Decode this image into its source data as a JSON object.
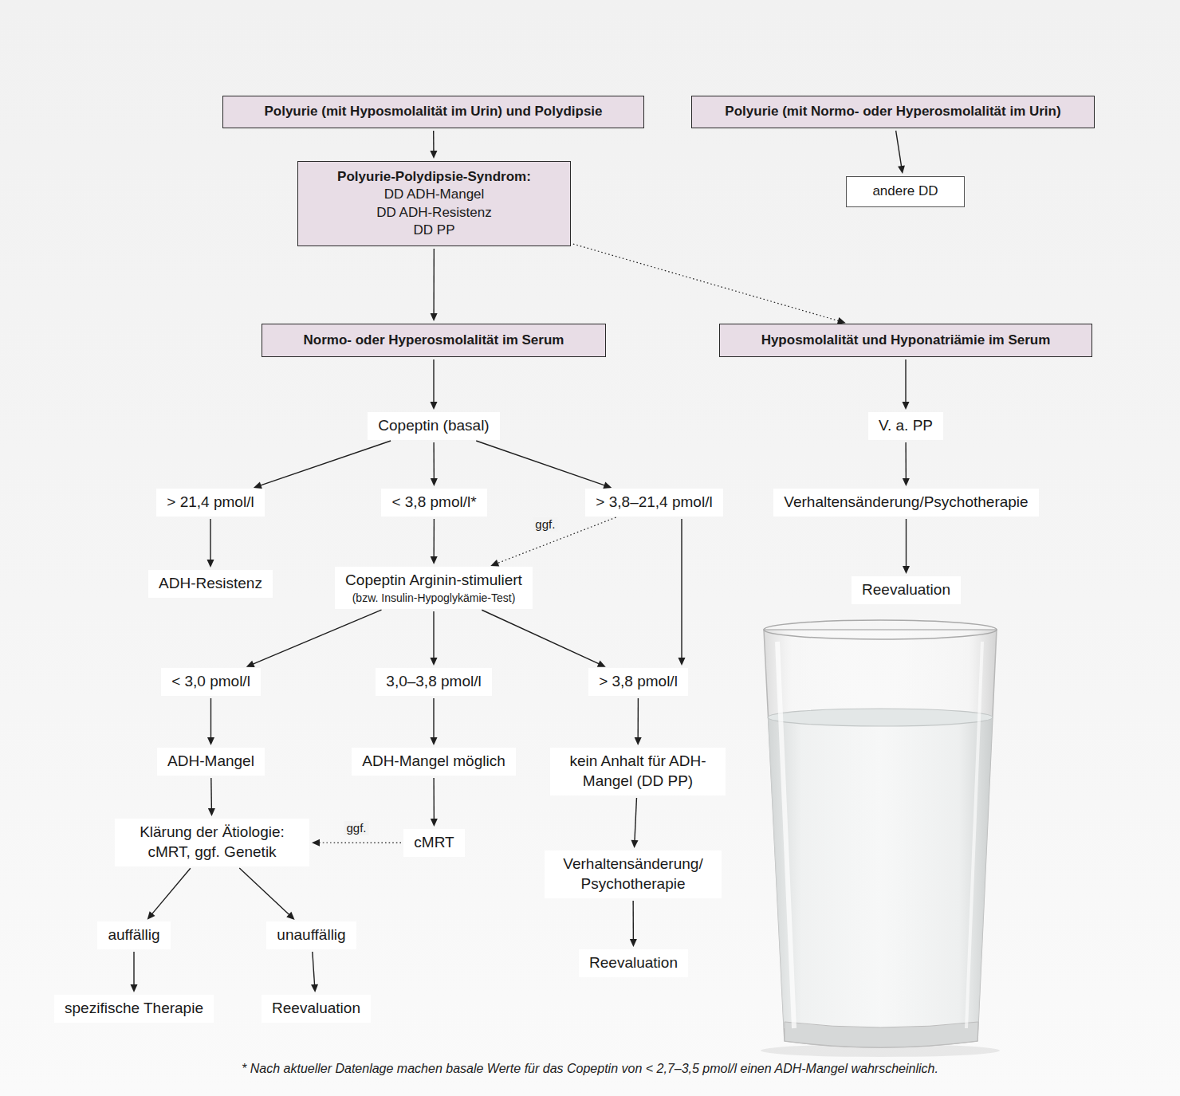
{
  "diagram": {
    "caption": "* Nach aktueller Datenlage machen basale Werte für das Copeptin von < 2,7–3,5 pmol/l einen ADH-Mangel wahrscheinlich.",
    "nodes": [
      {
        "text": [
          "Polyurie (mit Hyposmolalität im Urin) und Polydipsie"
        ]
      },
      {
        "text": [
          "Polyurie (mit Normo- oder Hyperosmolalität im Urin)"
        ]
      },
      {
        "text": [
          "andere DD"
        ]
      },
      {
        "text": [
          "Polyurie-Polydipsie-Syndrom:",
          "DD ADH-Mangel",
          "DD ADH-Resistenz",
          "DD PP"
        ]
      },
      {
        "text": [
          "Normo- oder Hyperosmolalität im Serum"
        ]
      },
      {
        "text": [
          "Hyposmolalität und Hyponatriämie im Serum"
        ]
      },
      {
        "text": [
          "Copeptin (basal)"
        ]
      },
      {
        "text": [
          "> 21,4 pmol/l"
        ]
      },
      {
        "text": [
          "< 3,8 pmol/l*"
        ]
      },
      {
        "text": [
          "> 3,8–21,4 pmol/l"
        ]
      },
      {
        "text": [
          "ADH-Resistenz"
        ]
      },
      {
        "text": [
          "Copeptin Arginin-stimuliert",
          "(bzw. Insulin-Hypoglykämie-Test)"
        ]
      },
      {
        "text": [
          "< 3,0 pmol/l"
        ]
      },
      {
        "text": [
          "3,0–3,8 pmol/l"
        ]
      },
      {
        "text": [
          "> 3,8 pmol/l"
        ]
      },
      {
        "text": [
          "ADH-Mangel"
        ]
      },
      {
        "text": [
          "ADH-Mangel möglich"
        ]
      },
      {
        "text": [
          "kein Anhalt für ADH-Mangel (DD PP)"
        ]
      },
      {
        "text": [
          "Klärung der Ätiologie: cMRT, ggf. Genetik"
        ]
      },
      {
        "text": [
          "cMRT"
        ]
      },
      {
        "text": [
          "Verhaltensänderung/ Psychotherapie"
        ]
      },
      {
        "text": [
          "auffällig"
        ]
      },
      {
        "text": [
          "unauffällig"
        ]
      },
      {
        "text": [
          "spezifische Therapie"
        ]
      },
      {
        "text": [
          "Reevaluation"
        ]
      },
      {
        "text": [
          "Reevaluation"
        ]
      },
      {
        "text": [
          "V. a. PP"
        ]
      },
      {
        "text": [
          "Verhaltensänderung/Psychotherapie"
        ]
      },
      {
        "text": [
          "Reevaluation"
        ]
      }
    ],
    "edges": [
      {
        "from": 0,
        "to": 3,
        "arrow": "to"
      },
      {
        "from": 1,
        "to": 2,
        "arrow": "to"
      },
      {
        "from": 3,
        "to": 4,
        "arrow": "to"
      },
      {
        "from": 3,
        "to": 5,
        "arrow": "to"
      },
      {
        "from": 5,
        "to": 26,
        "arrow": "to"
      },
      {
        "from": 26,
        "to": 27,
        "arrow": "to"
      },
      {
        "from": 27,
        "to": 28,
        "arrow": "to"
      },
      {
        "from": 4,
        "to": 6,
        "arrow": "to"
      },
      {
        "from": 6,
        "to": 7,
        "arrow": "to"
      },
      {
        "from": 6,
        "to": 8,
        "arrow": "to"
      },
      {
        "from": 6,
        "to": 9,
        "arrow": "to"
      },
      {
        "from": 7,
        "to": 10,
        "arrow": "to"
      },
      {
        "from": 8,
        "to": 11,
        "arrow": "to"
      },
      {
        "from": 9,
        "to": 11,
        "label": "ggf.",
        "arrow": "to"
      },
      {
        "from": 9,
        "to": 14,
        "arrow": "to"
      },
      {
        "from": 11,
        "to": 12,
        "arrow": "to"
      },
      {
        "from": 11,
        "to": 13,
        "arrow": "to"
      },
      {
        "from": 11,
        "to": 14,
        "arrow": "to"
      },
      {
        "from": 12,
        "to": 15,
        "arrow": "to"
      },
      {
        "from": 13,
        "to": 16,
        "arrow": "to"
      },
      {
        "from": 14,
        "to": 17,
        "arrow": "to"
      },
      {
        "from": 15,
        "to": 18,
        "arrow": "to"
      },
      {
        "from": 16,
        "to": 19,
        "arrow": "to"
      },
      {
        "from": 19,
        "to": 18,
        "label": "ggf.",
        "arrow": "to"
      },
      {
        "from": 17,
        "to": 20,
        "arrow": "to"
      },
      {
        "from": 20,
        "to": 25,
        "arrow": "to"
      },
      {
        "from": 18,
        "to": 21,
        "arrow": "to"
      },
      {
        "from": 18,
        "to": 22,
        "arrow": "to"
      },
      {
        "from": 21,
        "to": 23,
        "arrow": "to"
      },
      {
        "from": 22,
        "to": 24,
        "arrow": "to"
      }
    ]
  }
}
